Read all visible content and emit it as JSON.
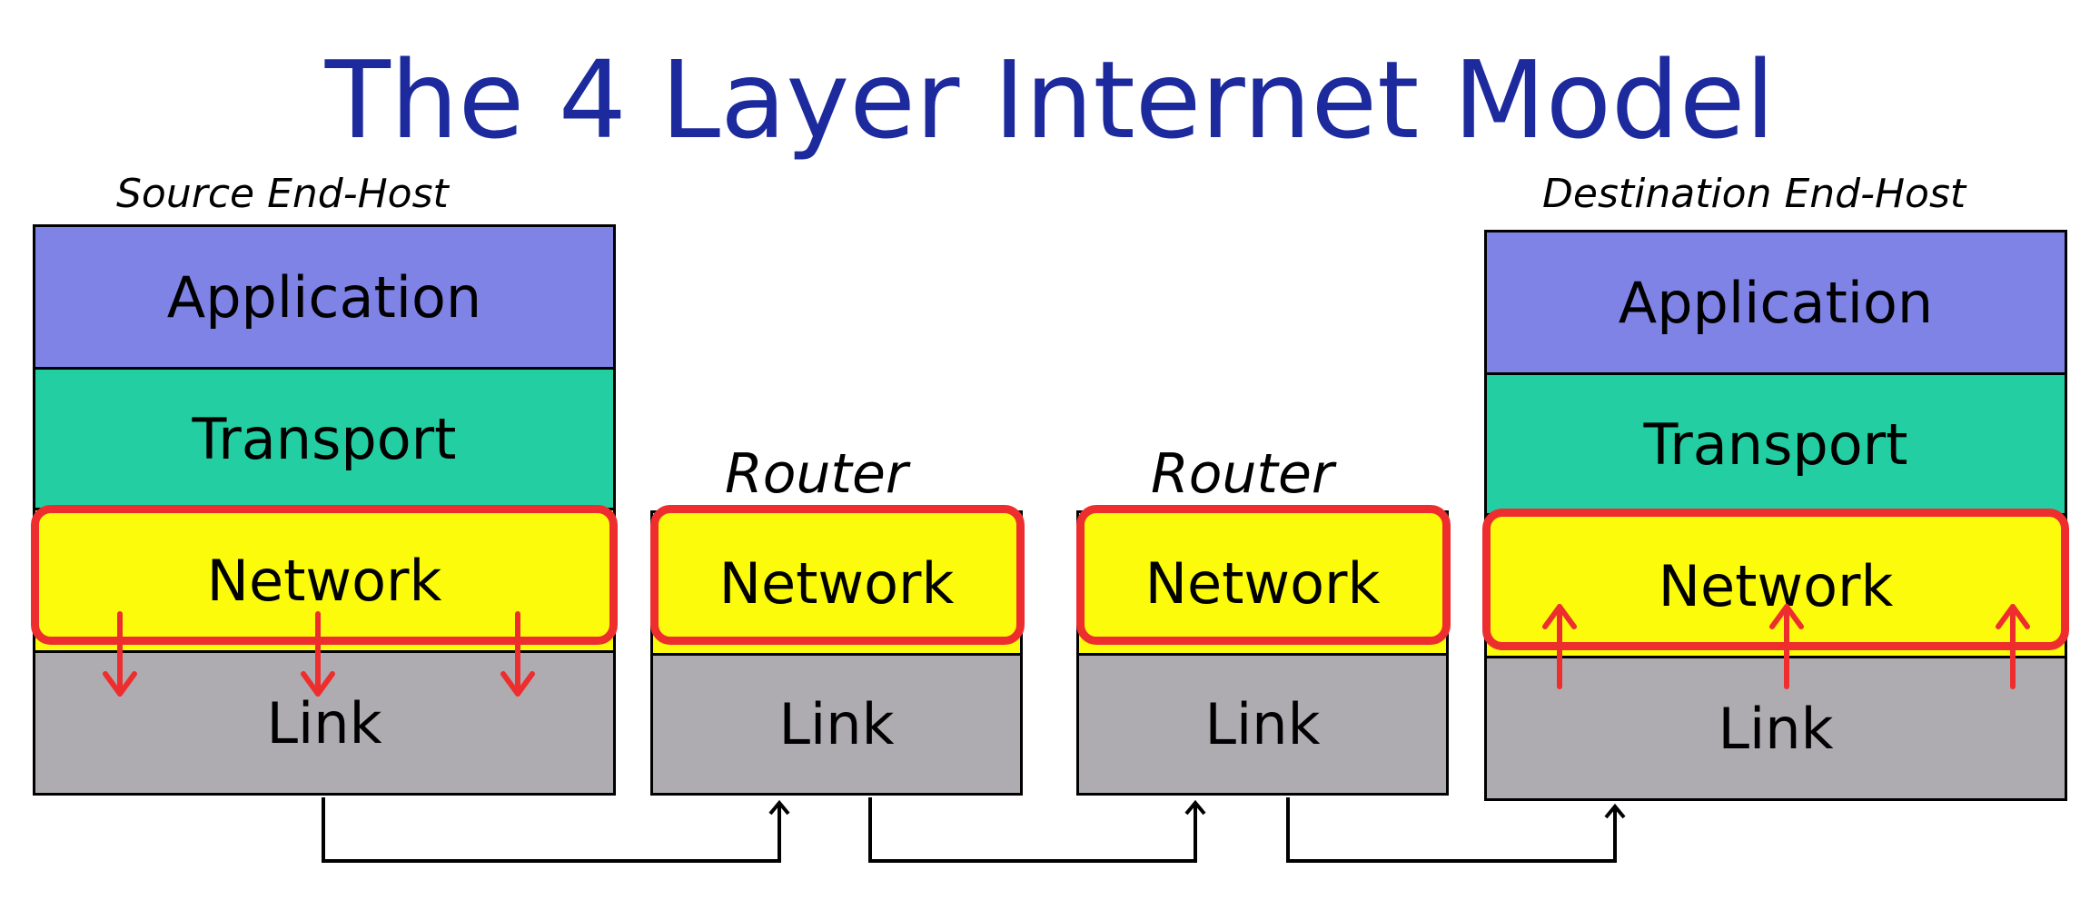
{
  "title": "The 4 Layer Internet Model",
  "hosts": {
    "source": {
      "caption": "Source End-Host",
      "application": "Application",
      "transport": "Transport",
      "network": "Network",
      "link": "Link"
    },
    "router1": {
      "caption": "Router",
      "network": "Network",
      "link": "Link"
    },
    "router2": {
      "caption": "Router",
      "network": "Network",
      "link": "Link"
    },
    "destination": {
      "caption": "Destination End-Host",
      "application": "Application",
      "transport": "Transport",
      "network": "Network",
      "link": "Link"
    }
  },
  "colors": {
    "title": "#1c2a9e",
    "application": "#7f83e6",
    "transport": "#23cfa2",
    "network": "#fbfb0b",
    "link": "#aeacb0",
    "highlight": "#ee2e2e"
  },
  "icons": {
    "down_arrows": "red-down-arrow-icon",
    "up_arrows": "red-up-arrow-icon",
    "connectors": "link-connector-arrow"
  }
}
